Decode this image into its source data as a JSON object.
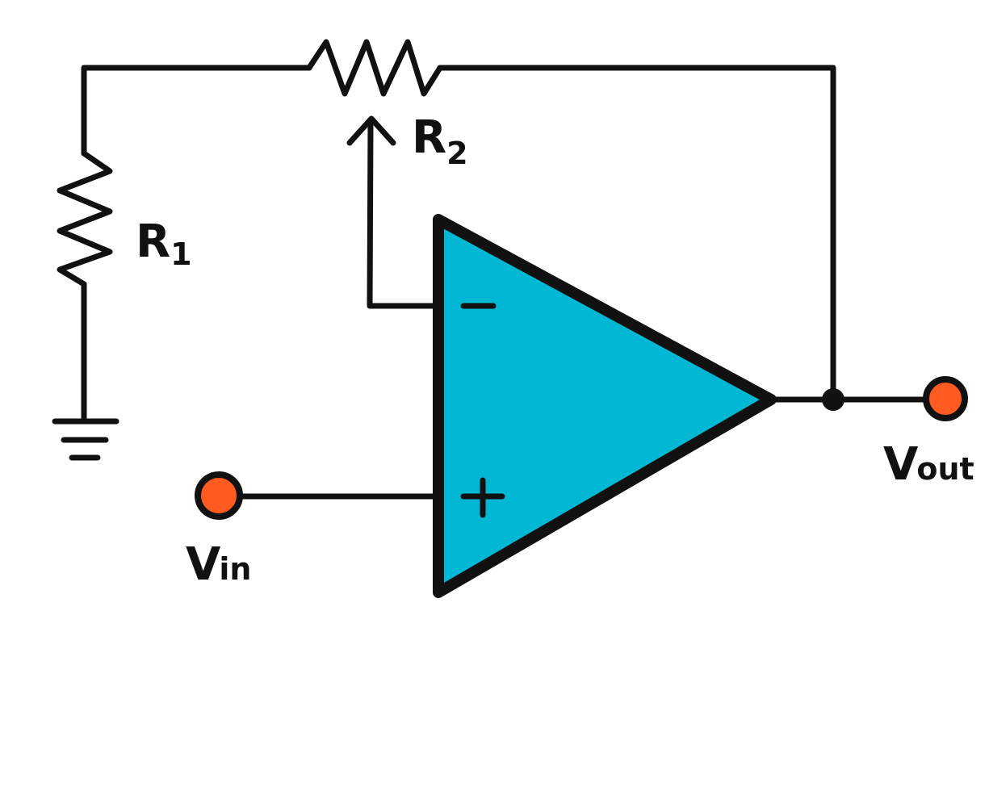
{
  "colors": {
    "opamp_fill": "#00B8D4",
    "terminal_fill": "#FF5A1F",
    "wire": "#111111",
    "background": "#FFFFFF"
  },
  "labels": {
    "r1": {
      "main": "R",
      "sub": "1"
    },
    "r2": {
      "main": "R",
      "sub": "2"
    },
    "vin": {
      "main": "V",
      "sub": "in"
    },
    "vout": {
      "main": "V",
      "sub": "out"
    },
    "inverting_sign": "−",
    "noninverting_sign": "+"
  }
}
